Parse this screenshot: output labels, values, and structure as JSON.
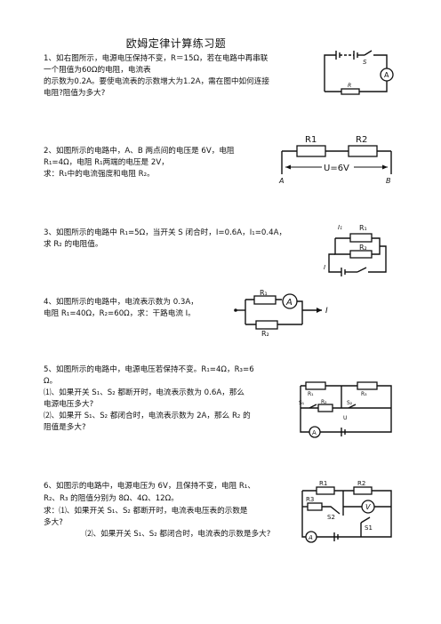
{
  "title": "欧姆定律计算练习题",
  "q1": {
    "lines": [
      "1、如右图所示，电源电压保持不变，R＝15Ω，若在电路中再串联",
      "一个阻值为60Ω的电阻，电流表",
      "的示数为0.2A。要使电流表的示数增大为1.2A，需在图中如何连接",
      "电阻?阻值为多大?"
    ],
    "fig": {
      "switch": "S",
      "meter": "A",
      "resistor": "R"
    }
  },
  "q2": {
    "lines": [
      "2、如图所示的电路中，A、B 两点间的电压是 6V，电阻",
      "R₁=4Ω，电阻 R₁两端的电压是 2V，",
      "求：R₁中的电流强度和电阻 R₂。"
    ],
    "fig": {
      "r1": "R1",
      "r2": "R2",
      "voltage": "U=6V",
      "a": "A",
      "b": "B"
    }
  },
  "q3": {
    "lines": [
      "3、如图所示的电路中 R₁=5Ω，当开关 S 闭合时，I=0.6A，I₁=0.4A，",
      "求 R₂ 的电阻值。"
    ],
    "fig": {
      "i1": "I₁",
      "r1": "R₁",
      "r2": "R₂",
      "i": "I"
    }
  },
  "q4": {
    "lines": [
      "4、如图所示的电路中，电流表示数为 0.3A，",
      "电阻 R₁=40Ω，R₂=60Ω，求：干路电流 I。"
    ],
    "fig": {
      "r1": "R₁",
      "r2": "R₂",
      "meter": "A",
      "i": "I"
    }
  },
  "q5": {
    "lines": [
      "5、如图所示的电路中，电源电压若保持不变。R₁=4Ω，R₃=6",
      "Ω。",
      "⑴、如果开关 S₁、S₂ 都断开时，电流表示数为 0.6A，那么",
      "电源电压多大?",
      "⑵、如果开 S₁、S₂ 都闭合时，电流表示数为 2A，那么 R₂ 的",
      "阻值是多大?"
    ],
    "fig": {
      "r1": "R₁",
      "r3": "R₃",
      "s1": "S₁",
      "r2": "R₂",
      "s2": "S₂",
      "u": "U",
      "meter": "A"
    }
  },
  "q6": {
    "lines": [
      "6、如图示的电路中，电源电压为 6V，且保持不变，电阻 R₁、",
      "R₂、R₃ 的阻值分别为 8Ω、4Ω、12Ω。",
      "求：⑴、如果开关 S₁、S₂ 都断开时，电流表电压表的示数是",
      "多大?",
      "⑵、如果开关 S₁、S₂ 都闭合时，电流表的示数是多大?"
    ],
    "fig": {
      "r1": "R1",
      "r2": "R2",
      "r3": "R3",
      "s2": "S2",
      "s1": "S1",
      "vmeter": "V",
      "ameter": "A"
    }
  }
}
